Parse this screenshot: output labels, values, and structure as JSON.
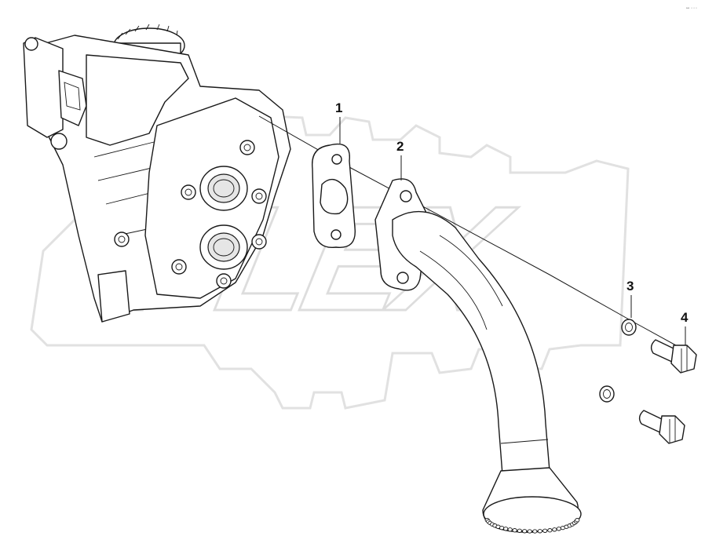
{
  "diagram": {
    "callouts": [
      {
        "label": "1",
        "part": "gasket"
      },
      {
        "label": "2",
        "part": "oil-suction-pipe"
      },
      {
        "label": "3",
        "part": "washer"
      },
      {
        "label": "4",
        "part": "bolt"
      }
    ],
    "corner_mark": "ꟷ ◦◦◦",
    "watermark": "PLEX",
    "colors": {
      "line": "#1a1a1a",
      "watermark": "#cfcfcf",
      "background": "#ffffff"
    }
  }
}
